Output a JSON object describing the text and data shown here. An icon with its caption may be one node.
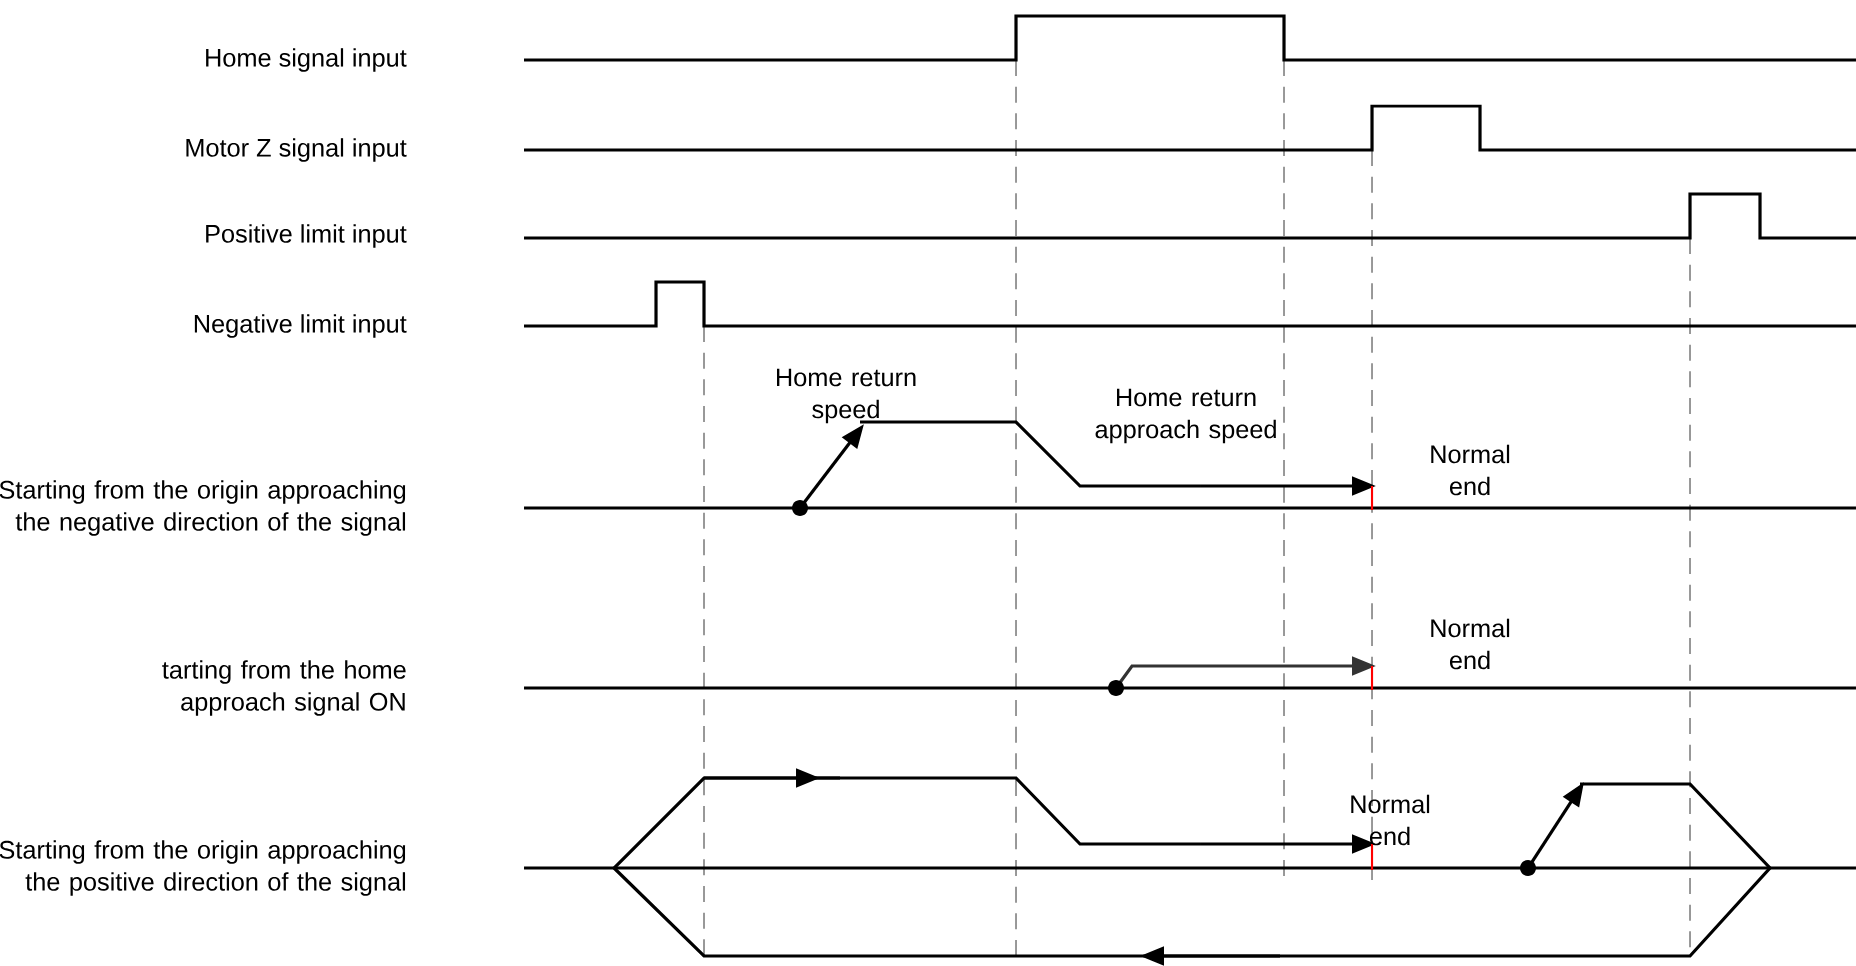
{
  "diagram": {
    "labels": [
      "Home signal input",
      "Motor Z signal input",
      "Positive limit input",
      "Negative limit input",
      "Home return speed",
      "Home return approach speed",
      "Starting from the origin approaching the negative direction of the signal",
      "Normal end",
      "Normal end",
      "tarting from the home approach signal ON",
      "Normal end",
      "Starting from the origin approaching the positive direction of the signal"
    ]
  }
}
